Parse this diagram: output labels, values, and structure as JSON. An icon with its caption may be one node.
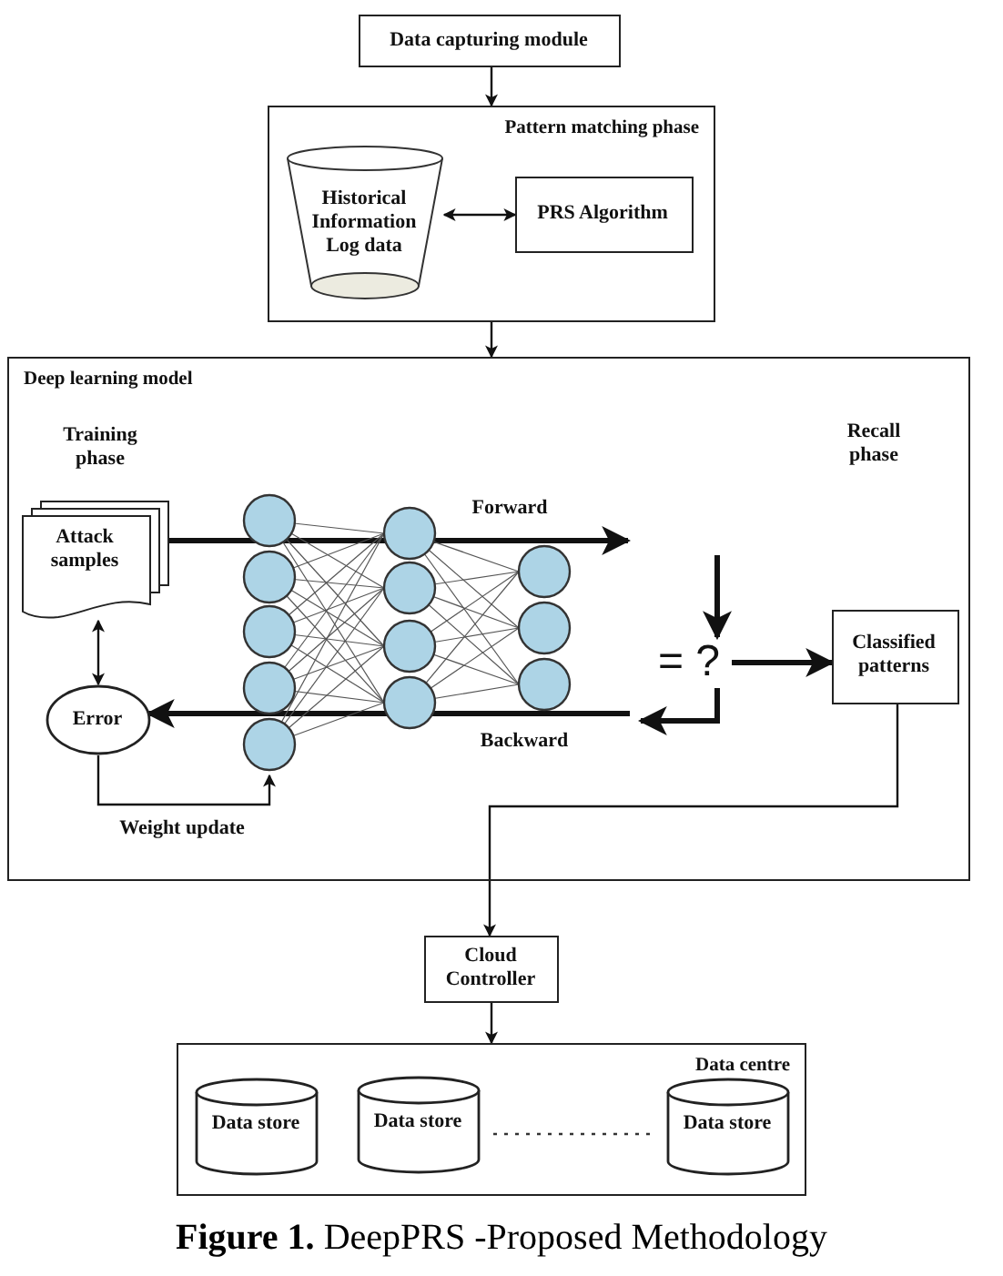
{
  "diagram": {
    "caption": "**Figure 1.** DeepPRS -Proposed Methodology",
    "nodes": [
      {
        "text": [
          "Data capturing module"
        ]
      },
      {
        "text": [
          "Pattern matching phase"
        ]
      },
      {
        "text": [
          "Historical Information Log data"
        ],
        "in": 1
      },
      {
        "text": [
          "PRS Algorithm"
        ],
        "in": 1
      },
      {
        "text": [
          "Deep learning model"
        ]
      },
      {
        "text": [
          "Attack samples"
        ],
        "in": 4
      },
      {
        "text": [
          "Error"
        ],
        "in": 4
      },
      {
        "text": [],
        "shape": "picture",
        "in": 4
      },
      {
        "text": [
          "= ?"
        ],
        "in": 4
      },
      {
        "text": [
          "Classified patterns"
        ],
        "in": 4
      },
      {
        "text": [
          "Cloud Controller"
        ]
      },
      {
        "text": [
          "Data centre"
        ]
      },
      {
        "text": [
          "Data store"
        ],
        "in": 11
      },
      {
        "text": [
          "Data store"
        ],
        "in": 11
      },
      {
        "text": [
          "Data store"
        ],
        "in": 11
      }
    ],
    "edges": [
      {
        "from": 0,
        "to": 1,
        "arrow": "to"
      },
      {
        "from": 2,
        "to": 3,
        "arrow": "both"
      },
      {
        "from": 1,
        "to": 4,
        "arrow": "to"
      },
      {
        "from": 5,
        "to": 6,
        "arrow": "both"
      },
      {
        "from": 5,
        "to": null,
        "arrow": "to",
        "label": "Forward",
        "style": "thick"
      },
      {
        "from": null,
        "to": 6,
        "arrow": "to",
        "label": "Backward",
        "style": "thick"
      },
      {
        "from": 6,
        "to": 7,
        "arrow": "to",
        "label": "Weight update"
      },
      {
        "from": null,
        "to": 8,
        "arrow": "to",
        "style": "thick"
      },
      {
        "from": 8,
        "to": 9,
        "arrow": "to",
        "style": "thick"
      },
      {
        "from": 8,
        "to": null,
        "arrow": "to",
        "style": "thick"
      },
      {
        "from": 9,
        "to": 10,
        "arrow": "to"
      },
      {
        "from": 10,
        "to": 11,
        "arrow": "to"
      }
    ],
    "labels": [
      "Training phase",
      "Recall phase"
    ]
  }
}
